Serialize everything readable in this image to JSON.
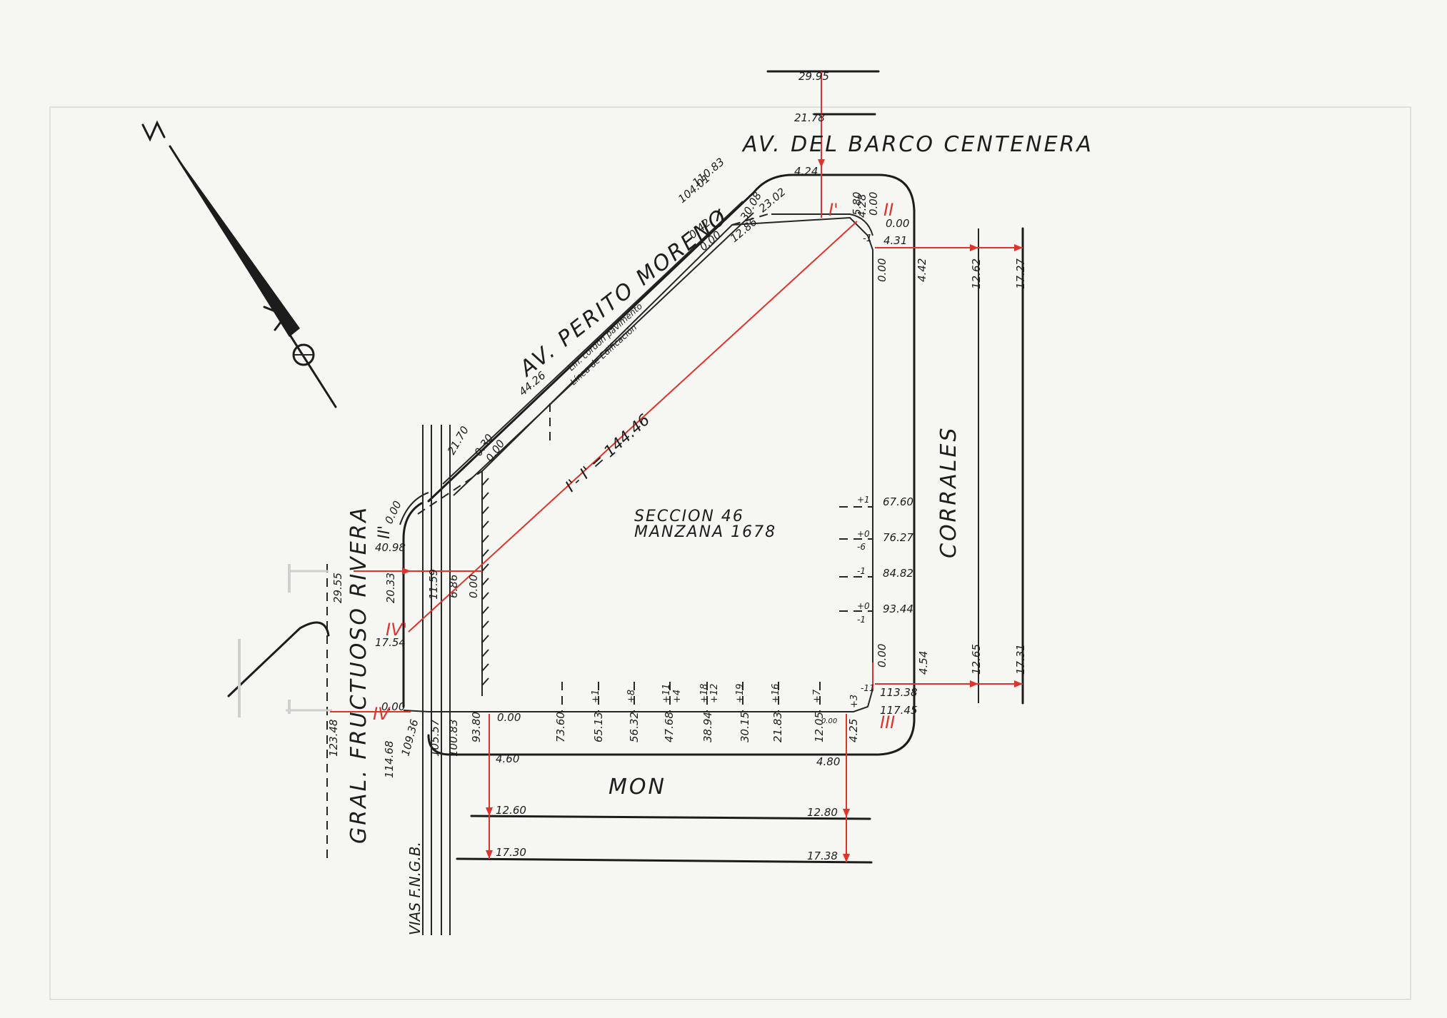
{
  "streets": {
    "top": "AV. DEL BARCO CENTENERA",
    "diagonal": "AV. PERITO MORENO",
    "right": "CORRALES",
    "bottom": "MON",
    "left": "GRAL. FRUCTUOSO RIVERA",
    "rail": "VIAS F.N.G.B."
  },
  "block": {
    "seccion": "SECCION 46",
    "manzana": "MANZANA 1678"
  },
  "diagonal_measure": "I'- I' = 144.46",
  "diagonal_notes": [
    "Lín. cordón pavimento",
    "Línea de Edificación"
  ],
  "points": {
    "I": "I",
    "I_prime": "I'",
    "II": "II",
    "II_prime": "II'",
    "III": "III",
    "IV": "IV",
    "IV_prime": "IV'"
  },
  "dims": {
    "top_2995": "29.95",
    "top_2178": "21.78",
    "top_424": "4.24",
    "d_11083": "110.83",
    "d_10401": "104.01",
    "d_3008": "30.08",
    "d_2302": "23.02",
    "d_1286": "12.86",
    "d_042": "0.42",
    "d_000a": "0.00",
    "d_4426": "44.26",
    "d_2170": "21.70",
    "d_030": "0.30",
    "d_000b": "0.00",
    "tr_580": "5.80",
    "tr_428": "4.28",
    "tr_000": "0.00",
    "tr_000b": "0.00",
    "tr_431": "4.31",
    "r_000": "0.00",
    "r_442": "4.42",
    "r_1262": "12.62",
    "r_1727": "17.27",
    "r_6760": "67.60",
    "r_7627": "76.27",
    "r_8482": "84.82",
    "r_9344": "93.44",
    "r_000b": "0.00",
    "r_454": "4.54",
    "r_1265": "12.65",
    "r_1731": "17.31",
    "r_11338": "113.38",
    "r_11745": "117.45",
    "l_000": "0.00",
    "l_4098": "40.98",
    "l_2033": "20.33",
    "l_2955": "29.55",
    "l_1159": "11.59",
    "l_686": "6.86",
    "l_000c": "0.00",
    "l_1754": "17.54",
    "l_000b": "0.00",
    "l_12348": "123.48",
    "l_11468": "114.68",
    "l_10936": "109.36",
    "l_10557": "105.57",
    "l_10083": "100.83",
    "b_9380": "93.80",
    "b_000": "0.00",
    "b_7360": "73.60",
    "b_6513": "65.13",
    "b_5632": "56.32",
    "b_4768": "47.68",
    "b_3894": "38.94",
    "b_3015": "30.15",
    "b_2183": "21.83",
    "b_1205": "12.05",
    "b_425": "4.25",
    "b_460": "4.60",
    "b_480": "4.80",
    "b_1260": "12.60",
    "b_1280": "12.80",
    "b_1730": "17.30",
    "b_1738": "17.38",
    "b_000c": "0.00"
  },
  "ticks": {
    "t_p1": "+1",
    "t_p8": "+8",
    "t_p11": "+11",
    "t_p4": "+4",
    "t_p18": "+18",
    "t_p12": "+12",
    "t_p19": "+19",
    "t_p16": "+16",
    "t_p7": "+7",
    "t_p3": "+3",
    "t_m11": "-11",
    "t_r1": "+1",
    "t_r0": "+0",
    "t_r6": "-6",
    "t_r1b": "-1",
    "t_r0b": "+0",
    "t_r1c": "-1",
    "t_m1": "-1"
  }
}
